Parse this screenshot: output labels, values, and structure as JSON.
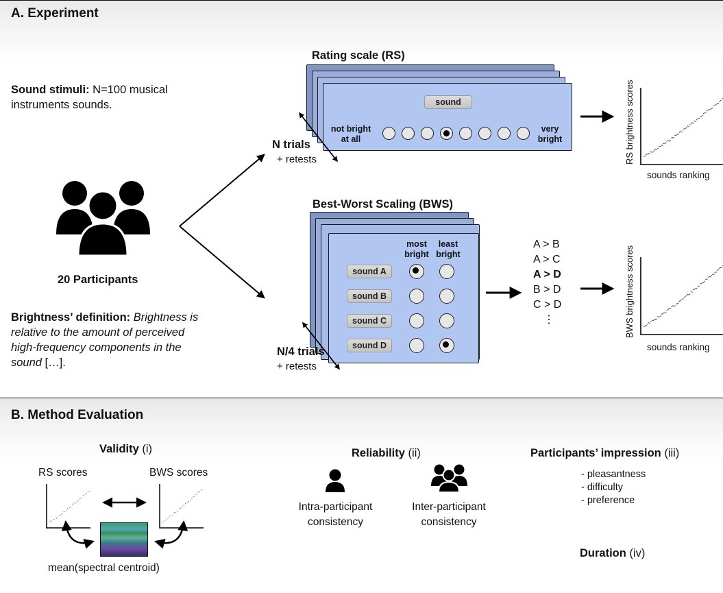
{
  "section_a": {
    "title": "A. Experiment",
    "stimuli_label": "Sound stimuli:",
    "stimuli_line1": " N=100 musical",
    "stimuli_line2": "instruments sounds.",
    "participants_label": "20 Participants",
    "definition_label": "Brightness’ definition:",
    "definition_line1": " Brightness is",
    "definition_line2": "relative to the amount of perceived",
    "definition_line3": "high-frequency components in the",
    "definition_line4_italic": "sound",
    "definition_line4_rest": " […].",
    "rs": {
      "title": "Rating scale (RS)",
      "sound_button": "sound",
      "left_anchor_1": "not bright",
      "left_anchor_2": "at all",
      "right_anchor_1": "very",
      "right_anchor_2": "bright",
      "trials": "N trials",
      "retests": "+ retests",
      "scale_points": 8,
      "selected_point": 4,
      "plot_ylabel": "RS brightness scores",
      "plot_xlabel": "sounds ranking"
    },
    "bws": {
      "title": "Best-Worst Scaling (BWS)",
      "col_most_1": "most",
      "col_most_2": "bright",
      "col_least_1": "least",
      "col_least_2": "bright",
      "sounds": [
        "sound A",
        "sound B",
        "sound C",
        "sound D"
      ],
      "most_selected": "sound A",
      "least_selected": "sound D",
      "trials": "N/4 trials",
      "retests": "+ retests",
      "comparisons": [
        "A > B",
        "A > C",
        "A > D",
        "B > D",
        "C > D",
        "⋮"
      ],
      "bold_comparison": "A > D",
      "plot_ylabel": "BWS brightness scores",
      "plot_xlabel": "sounds ranking"
    }
  },
  "section_b": {
    "title": "B. Method Evaluation",
    "validity_title": "Validity",
    "validity_tag": " (i)",
    "rs_scores": "RS scores",
    "bws_scores": "BWS scores",
    "spectral": "mean(spectral centroid)",
    "reliability_title": "Reliability",
    "reliability_tag": " (ii)",
    "intra_1": "Intra-participant",
    "intra_2": "consistency",
    "inter_1": "Inter-participant",
    "inter_2": "consistency",
    "impression_title": "Participants’ impression",
    "impression_tag": " (iii)",
    "impression_items": [
      "- pleasantness",
      "- difficulty",
      "- preference"
    ],
    "duration_title": "Duration",
    "duration_tag": " (iv)"
  },
  "colors": {
    "card_front": "#b2c6f2",
    "card_back": "#8196c6",
    "button": "#d0d0d0",
    "ink": "#111111"
  }
}
